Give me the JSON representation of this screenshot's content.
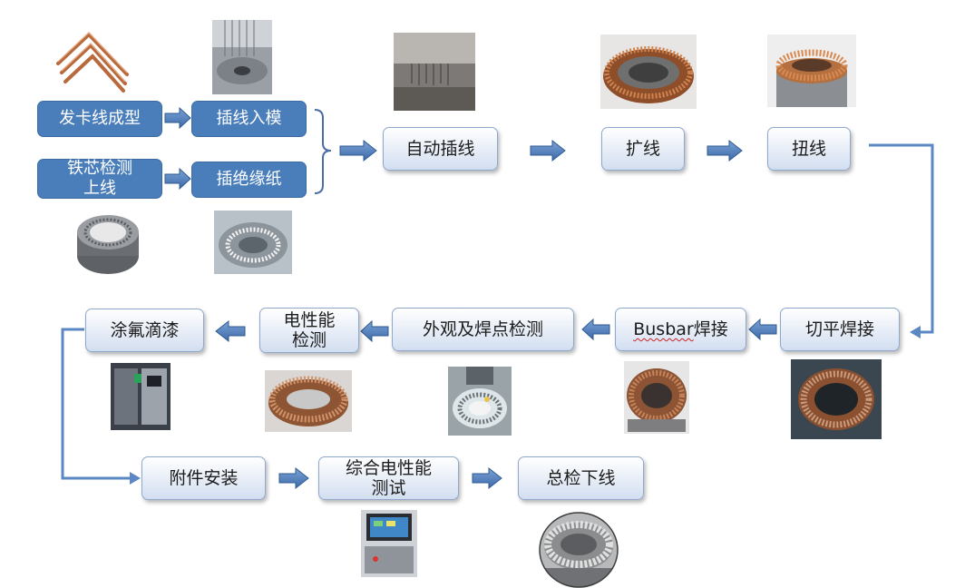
{
  "colors": {
    "dark_box": "#4a7ebb",
    "light_box_top": "#ffffff",
    "light_box_bottom": "#d2def0",
    "arrow": "#4f81bd",
    "connector": "#5b87c5",
    "copper": "#b86a3c"
  },
  "steps": {
    "hairpin_forming": "发卡线成型",
    "core_inspection": "铁芯检测\n上线",
    "insert_mold": "插线入模",
    "insert_paper": "插绝缘纸",
    "auto_insert": "自动插线",
    "expand": "扩线",
    "twist": "扭线",
    "cut_flat_weld": "切平焊接",
    "busbar_weld_prefix": "Busbar",
    "busbar_weld_suffix": "焊接",
    "visual_weld_inspection": "外观及焊点检测",
    "electrical_test": "电性能\n检测",
    "fluorine_paint": "涂氟滴漆",
    "accessory_install": "附件安装",
    "comprehensive_test": "综合电性能\n测试",
    "final_inspection": "总检下线"
  },
  "photos": [
    "hairpin-wire-photo",
    "insert-mold-photo",
    "stator-core-photo",
    "insulation-paper-photo",
    "auto-insert-machine-photo",
    "expanded-stator-photo",
    "twisted-stator-photo",
    "cut-weld-stator-photo",
    "busbar-stator-photo",
    "weld-inspection-photo",
    "electrical-test-photo",
    "paint-machine-photo",
    "test-station-photo",
    "finished-stator-photo"
  ]
}
